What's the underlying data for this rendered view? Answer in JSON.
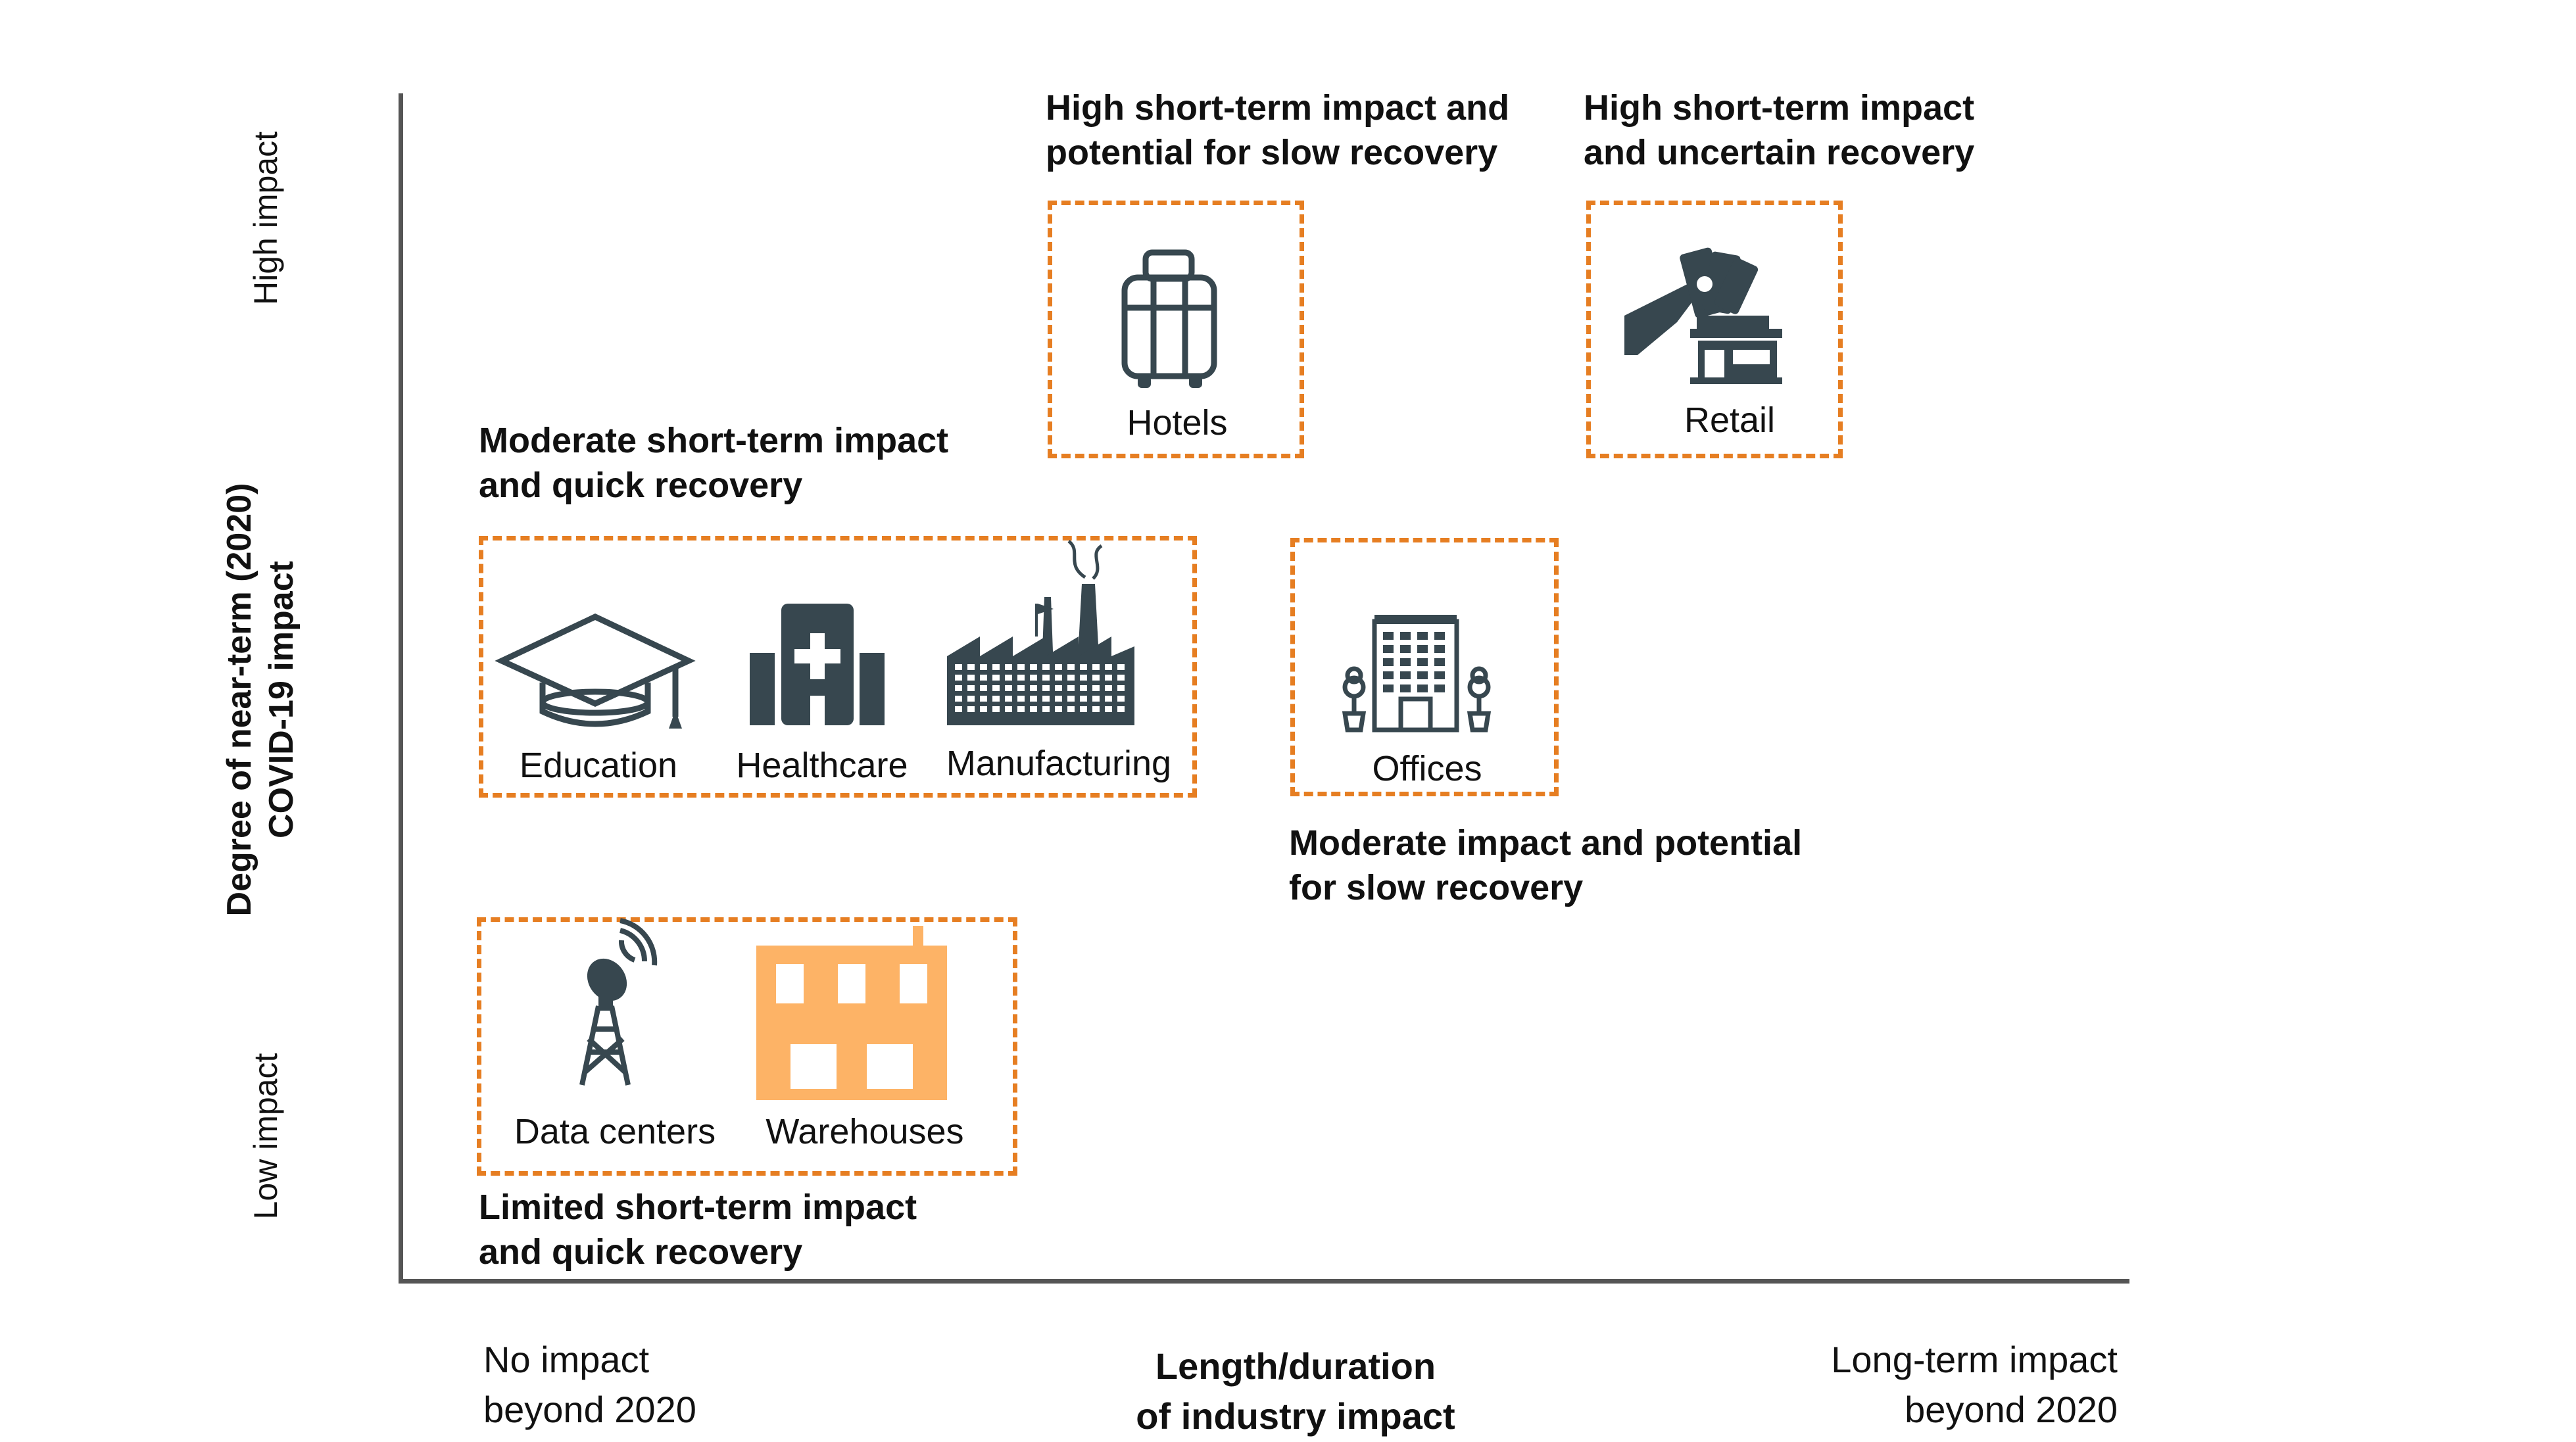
{
  "y_axis": {
    "title_line1": "Degree of near-term (2020)",
    "title_line2": "COVID-19 impact",
    "high": "High impact",
    "low": "Low impact"
  },
  "x_axis": {
    "title_line1": "Length/duration",
    "title_line2": "of industry impact",
    "left_line1": "No impact",
    "left_line2": "beyond 2020",
    "right_line1": "Long-term impact",
    "right_line2": "beyond 2020"
  },
  "groups": {
    "slow": {
      "line1": "High short-term impact and",
      "line2": "potential for slow recovery"
    },
    "uncertain": {
      "line1": "High short-term impact",
      "line2": "and uncertain recovery"
    },
    "quick": {
      "line1": "Moderate short-term impact",
      "line2": "and quick recovery"
    },
    "moderate_slow": {
      "line1": "Moderate impact and potential",
      "line2": "for slow recovery"
    },
    "limited": {
      "line1": "Limited short-term impact",
      "line2": "and quick recovery"
    }
  },
  "items": {
    "hotels": "Hotels",
    "retail": "Retail",
    "education": "Education",
    "healthcare": "Healthcare",
    "manufacturing": "Manufacturing",
    "offices": "Offices",
    "data_centers": "Data centers",
    "warehouses": "Warehouses"
  },
  "icons": {
    "hotels": "luggage-icon",
    "retail": "hand-money-store-icon",
    "education": "graduation-cap-icon",
    "healthcare": "hospital-icon",
    "manufacturing": "factory-icon",
    "offices": "office-building-icon",
    "data_centers": "antenna-tower-icon",
    "warehouses": "warehouse-icon"
  },
  "colors": {
    "box_border": "#E67E22",
    "icon_dark": "#37474F",
    "icon_highlight": "#FDB366",
    "axis": "#555555"
  }
}
